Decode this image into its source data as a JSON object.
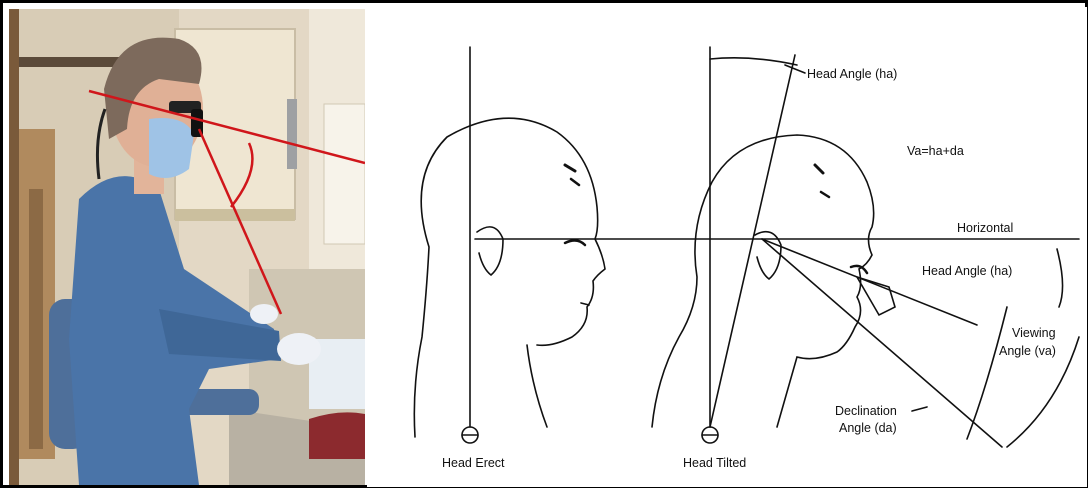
{
  "diagram": {
    "head_angle_top": "Head Angle (ha)",
    "equation": "Va=ha+da",
    "horizontal": "Horizontal",
    "head_angle_right": "Head Angle (ha)",
    "viewing_angle_line1": "Viewing",
    "viewing_angle_line2": "Angle (va)",
    "declination_line1": "Declination",
    "declination_line2": "Angle (da)",
    "caption_erect": "Head Erect",
    "caption_tilted": "Head Tilted"
  },
  "colors": {
    "angle_lines": "#d0161b",
    "scrubs": "#4a74a8",
    "chair": "#4e6f9a",
    "wall": "#e6dcc9"
  }
}
